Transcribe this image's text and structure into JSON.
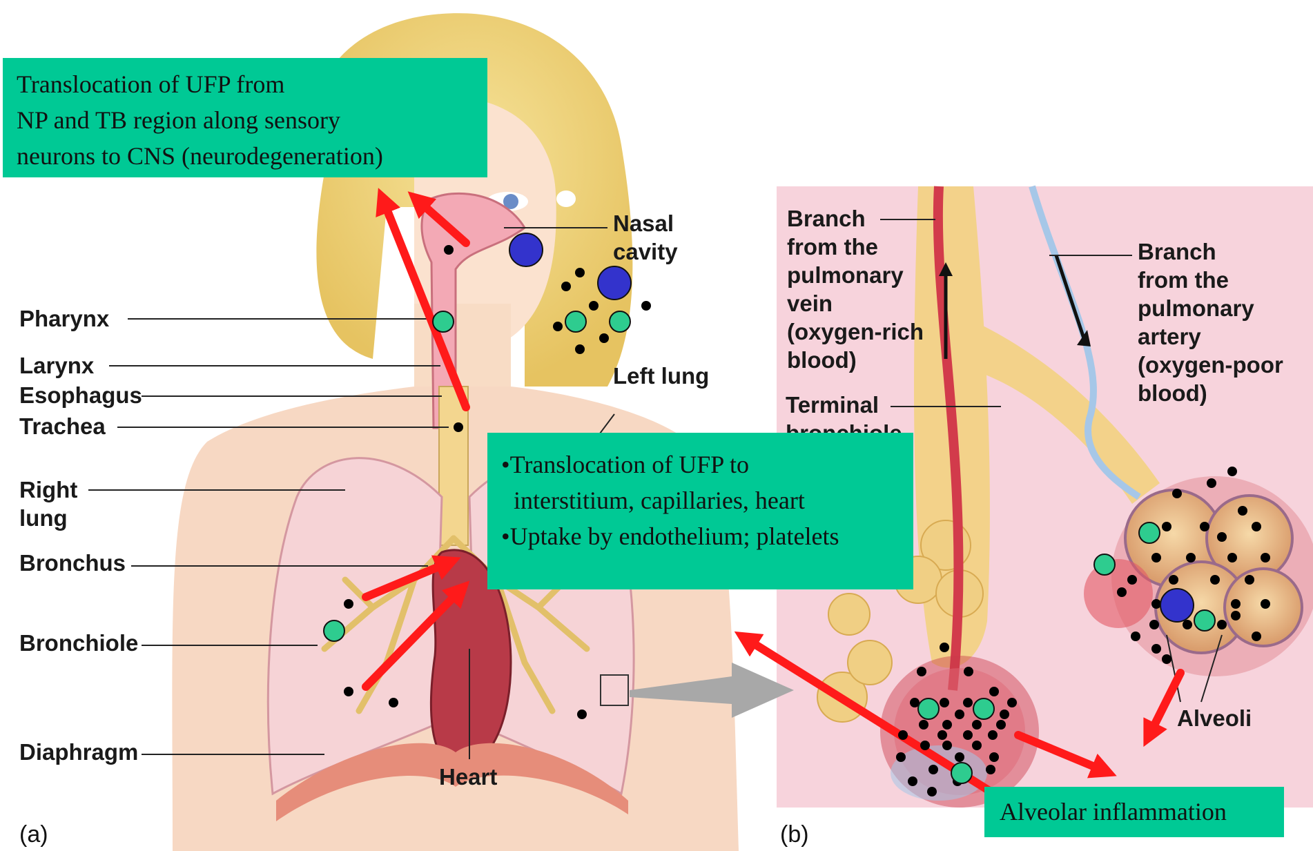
{
  "callouts": {
    "top_left": {
      "lines": [
        "Translocation of UFP from",
        "NP and TB region along sensory",
        "neurons to CNS (neurodegeneration)"
      ]
    },
    "center": {
      "lines": [
        "•Translocation of UFP to",
        "  interstitium, capillaries, heart",
        "•Uptake by endothelium; platelets"
      ]
    },
    "bottom_right": {
      "text": "Alveolar inflammation"
    }
  },
  "labels_a": {
    "nasal_cavity": "Nasal\ncavity",
    "left_lung": "Left lung",
    "pharynx": "Pharynx",
    "larynx": "Larynx",
    "esophagus": "Esophagus",
    "trachea": "Trachea",
    "right_lung": "Right\nlung",
    "bronchus": "Bronchus",
    "bronchiole": "Bronchiole",
    "diaphragm": "Diaphragm",
    "heart": "Heart",
    "panel": "(a)"
  },
  "labels_b": {
    "pulmonary_vein": "Branch\nfrom the\npulmonary\nvein\n(oxygen-rich\nblood)",
    "pulmonary_artery": "Branch\nfrom the\npulmonary\nartery\n(oxygen-poor\nblood)",
    "terminal_bronchiole": "Terminal\nbronchiole",
    "alveoli": "Alveoli",
    "panel": "(b)"
  },
  "colors": {
    "callout_bg": "#00c995",
    "arrow": "#ff1a1a",
    "large_particle": "#3333cc",
    "medium_particle": "#2ecc8f",
    "small_particle": "#000000",
    "panel_b_bg": "#f7d3dc"
  }
}
